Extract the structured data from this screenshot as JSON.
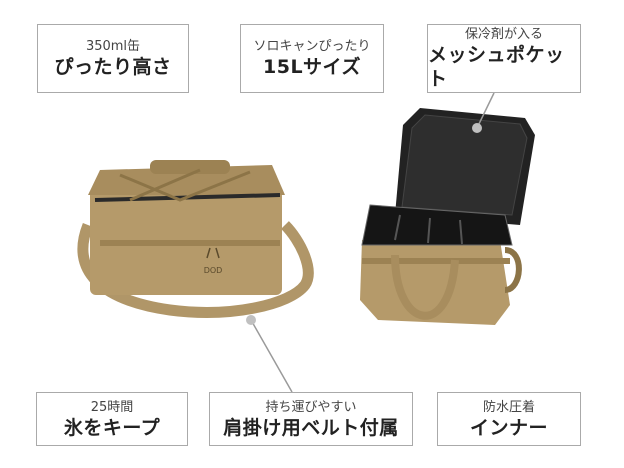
{
  "callouts": {
    "top": [
      {
        "small": "350ml缶",
        "big": "ぴったり高さ"
      },
      {
        "small": "ソロキャンぴったり",
        "big": "15Lサイズ"
      },
      {
        "small": "保冷剤が入る",
        "big": "メッシュポケット"
      }
    ],
    "bottom": [
      {
        "small": "25時間",
        "big": "氷をキープ"
      },
      {
        "small": "持ち運びやすい",
        "big": "肩掛け用ベルト付属"
      },
      {
        "small": "防水圧着",
        "big": "インナー"
      }
    ]
  },
  "product": {
    "logo_text": "DOD",
    "colors": {
      "bag": "#b59a6a",
      "bag_dark": "#8c7447",
      "inner": "#1c1c1c",
      "line": "#9a9a9a"
    }
  }
}
